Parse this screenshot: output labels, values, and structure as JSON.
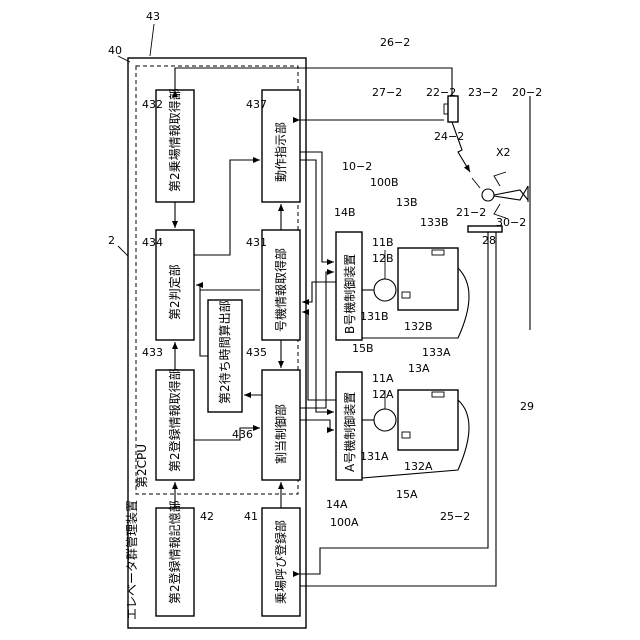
{
  "title": "エレベータ群管理装置",
  "cpu_label": "第2CPU",
  "blocks": {
    "registration_storage": "第2登録情報記憶部",
    "hall_call_registration": "乗場呼び登録部",
    "registration_acquisition": "第2登録情報取得部",
    "allocation_control": "割当制御部",
    "wait_time_calc": "第2待ち時間算出部",
    "judgment": "第2判定部",
    "car_info_acquisition": "号機情報取得部",
    "boarding_acquisition": "第2乗場情報取得部",
    "operation_instruction": "動作指示部",
    "car_a_control": "A号機制御装置",
    "car_b_control": "B号機制御装置"
  },
  "refs": {
    "r40": "40",
    "r43": "43",
    "r2": "2",
    "r42": "42",
    "r41": "41",
    "r432": "432",
    "r437": "437",
    "r434": "434",
    "r431": "431",
    "r433": "433",
    "r435": "435",
    "r436": "436",
    "r14A": "14A",
    "r14B": "14B",
    "r100A": "100A",
    "r100B": "100B",
    "r10_2": "10−2",
    "r11A": "11A",
    "r11B": "11B",
    "r12A": "12A",
    "r12B": "12B",
    "r13A": "13A",
    "r13B": "13B",
    "r133A": "133A",
    "r133B": "133B",
    "r131A": "131A",
    "r131B": "131B",
    "r132A": "132A",
    "r132B": "132B",
    "r15A": "15A",
    "r15B": "15B",
    "r25_2": "25−2",
    "r29": "29",
    "r26_2": "26−2",
    "r27_2": "27−2",
    "r22_2": "22−2",
    "r23_2": "23−2",
    "r24_2": "24−2",
    "r20_2": "20−2",
    "rX2": "X2",
    "r21_2": "21−2",
    "r30_2": "30−2",
    "r28": "28"
  }
}
